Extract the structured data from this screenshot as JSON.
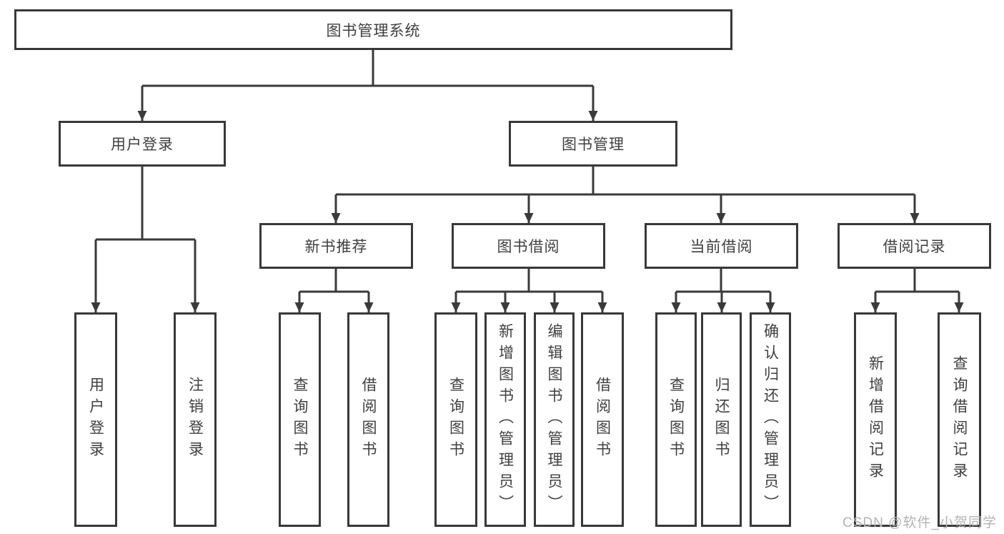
{
  "watermark": "CSDN @软件_小贺同学",
  "nodes": {
    "root": "图书管理系统",
    "user_login": "用户登录",
    "book_management": "图书管理",
    "new_book_recommend": "新书推荐",
    "book_borrow": "图书借阅",
    "current_borrow": "当前借阅",
    "borrow_records": "借阅记录",
    "leaf_user_login": "用户登录",
    "leaf_logout": "注销登录",
    "leaf_nbr_query_books": "查询图书",
    "leaf_nbr_borrow_books": "借阅图书",
    "leaf_bb_query_books": "查询图书",
    "leaf_bb_add_books": "新增图书（管理员）",
    "leaf_bb_edit_books": "编辑图书（管理员）",
    "leaf_bb_borrow_books": "借阅图书",
    "leaf_cb_query_books": "查询图书",
    "leaf_cb_return_books": "归还图书",
    "leaf_cb_confirm_return": "确认归还（管理员）",
    "leaf_br_add_record": "新增借阅记录",
    "leaf_br_query_record": "查询借阅记录"
  },
  "hierarchy": {
    "图书管理系统": {
      "用户登录": [
        "用户登录",
        "注销登录"
      ],
      "图书管理": {
        "新书推荐": [
          "查询图书",
          "借阅图书"
        ],
        "图书借阅": [
          "查询图书",
          "新增图书（管理员）",
          "编辑图书（管理员）",
          "借阅图书"
        ],
        "当前借阅": [
          "查询图书",
          "归还图书",
          "确认归还（管理员）"
        ],
        "借阅记录": [
          "新增借阅记录",
          "查询借阅记录"
        ]
      }
    }
  },
  "colors": {
    "line": "#3a3a3a",
    "border": "#383838",
    "text": "#3f3f3f",
    "watermark": "#b3b3b3",
    "background": "#ffffff"
  }
}
